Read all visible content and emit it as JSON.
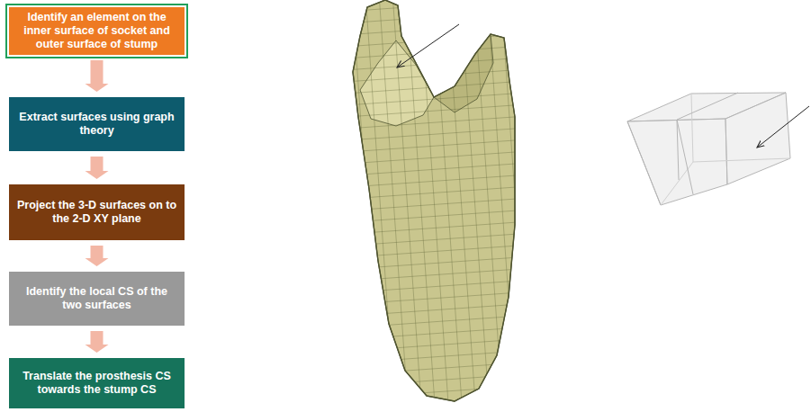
{
  "diagram": {
    "nodes": [
      {
        "text": [
          "Identify an element on the inner surface of socket and outer surface of stump"
        ]
      },
      {
        "text": [
          "Extract surfaces using graph theory"
        ]
      },
      {
        "text": [
          "Project the 3-D surfaces on to the 2-D XY plane"
        ]
      },
      {
        "text": [
          "Identify the local CS of the two surfaces"
        ]
      },
      {
        "text": [
          "Translate the prosthesis CS towards the stump CS"
        ]
      }
    ],
    "edges": [
      {
        "from": 0,
        "to": 1,
        "arrow": "to"
      },
      {
        "from": 1,
        "to": 2,
        "arrow": "to"
      },
      {
        "from": 2,
        "to": 3,
        "arrow": "to"
      },
      {
        "from": 3,
        "to": 4,
        "arrow": "to"
      }
    ]
  }
}
